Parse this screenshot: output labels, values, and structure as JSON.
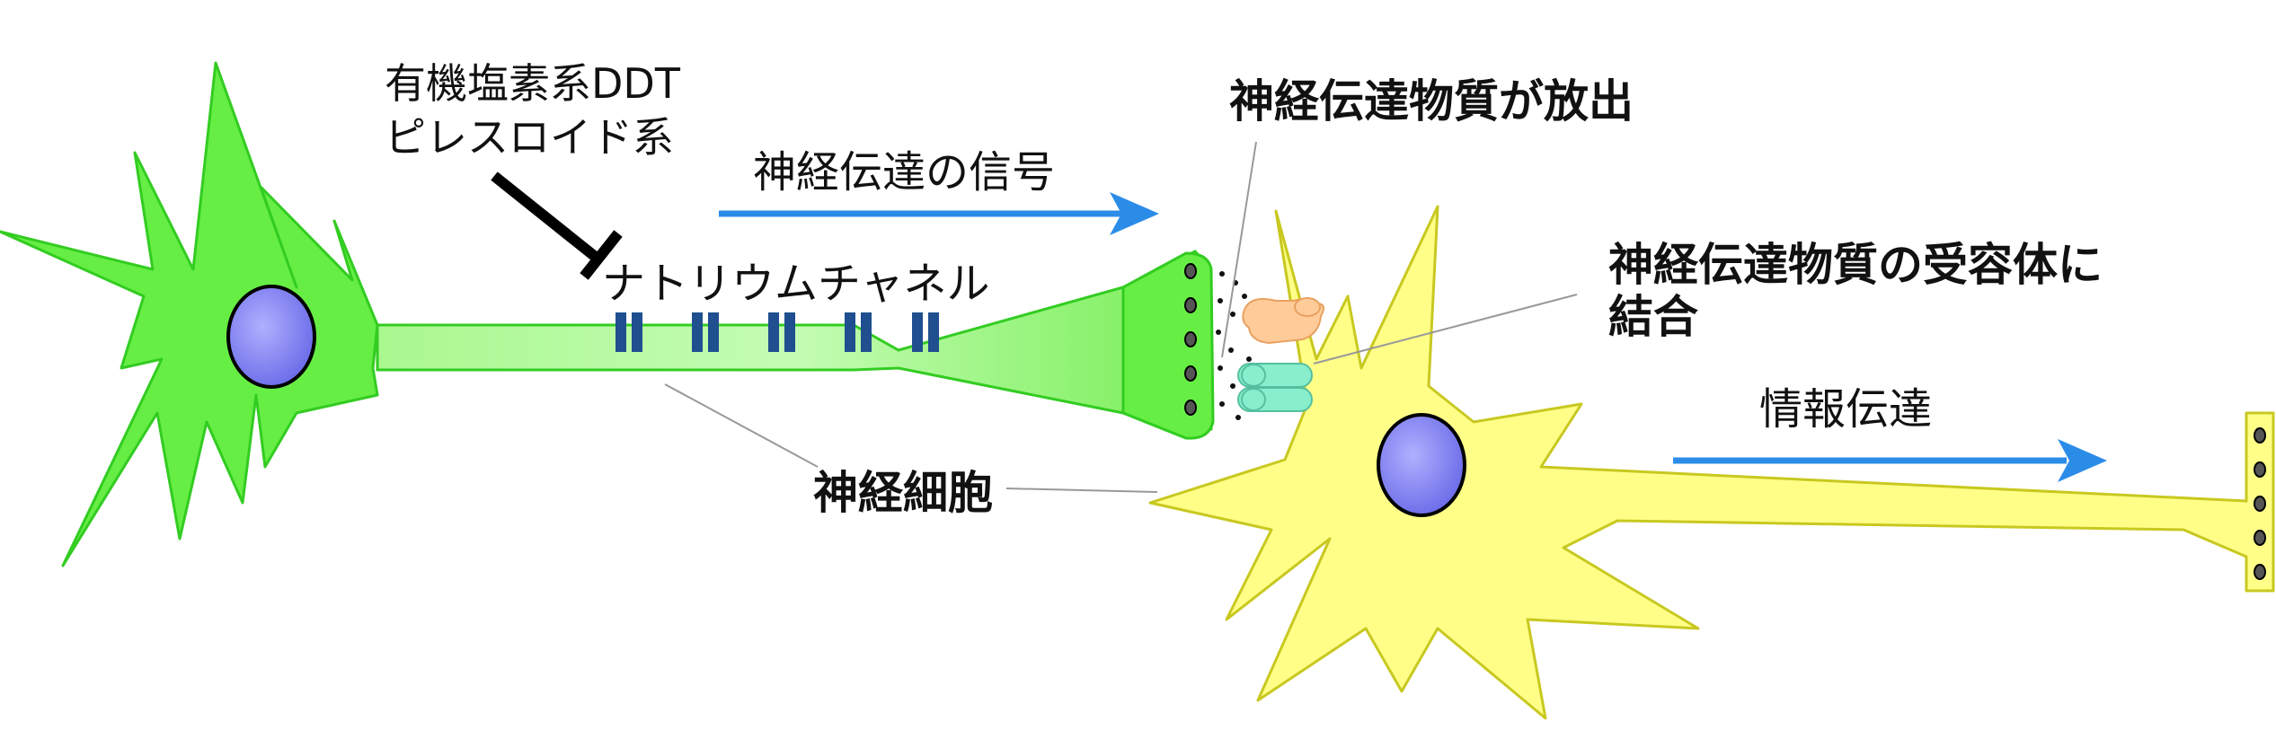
{
  "labels": {
    "inhibitor": [
      "有機塩素系DDT",
      "ピレスロイド系"
    ],
    "signal": "神経伝達の信号",
    "sodium_channel": "ナトリウムチャネル",
    "release": "神経伝達物質が放出",
    "receptor": [
      "神経伝達物質の受容体に",
      "結合"
    ],
    "info": "情報伝達",
    "neuron": "神経細胞"
  },
  "colors": {
    "green_cell": "#66ee44",
    "green_outline": "#33cc22",
    "yellow_cell": "#ffff88",
    "yellow_outline": "#c8c820",
    "nucleus": "#8080f0",
    "channel": "#1f4f8f",
    "arrow": "#2b8ce8",
    "transmitter": "#ffcc99",
    "receptor": "#88eecc"
  },
  "icons": {
    "inhibition": "inhibition-t-bar",
    "channel": "sodium-channel-pair",
    "arrow": "signal-arrow"
  }
}
